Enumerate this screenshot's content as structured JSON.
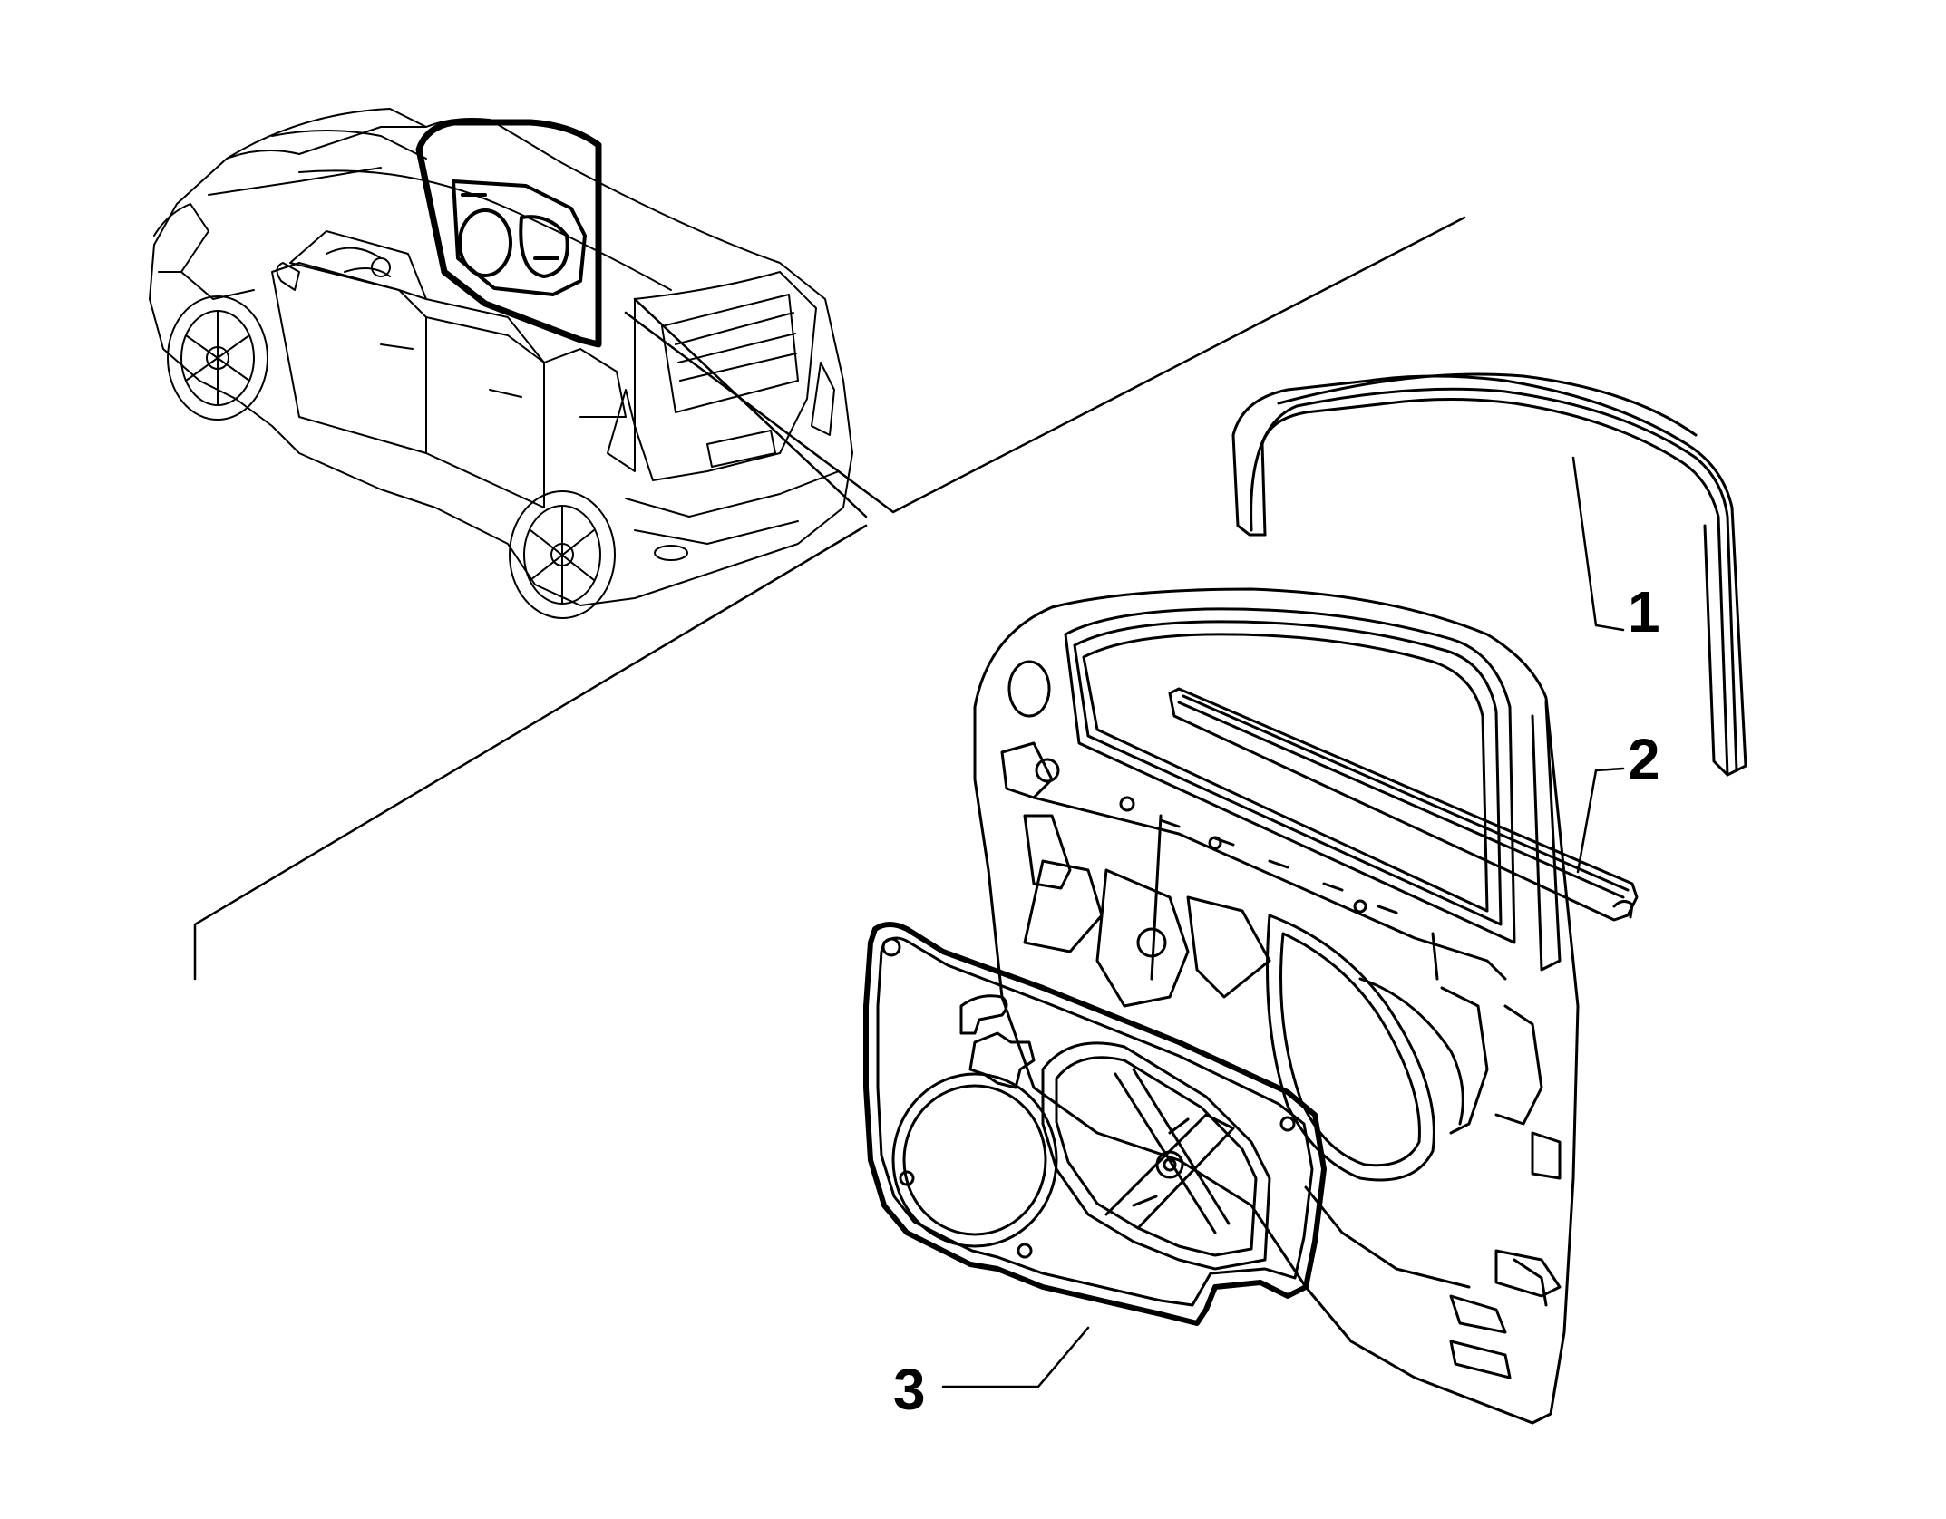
{
  "callouts": [
    {
      "id": "1",
      "label": "1"
    },
    {
      "id": "2",
      "label": "2"
    },
    {
      "id": "3",
      "label": "3"
    }
  ],
  "colors": {
    "line": "#000000",
    "background": "#ffffff"
  },
  "icons": [
    "car-overview-icon",
    "window-seal-icon",
    "waist-strip-icon",
    "door-frame-icon",
    "inner-panel-icon"
  ]
}
